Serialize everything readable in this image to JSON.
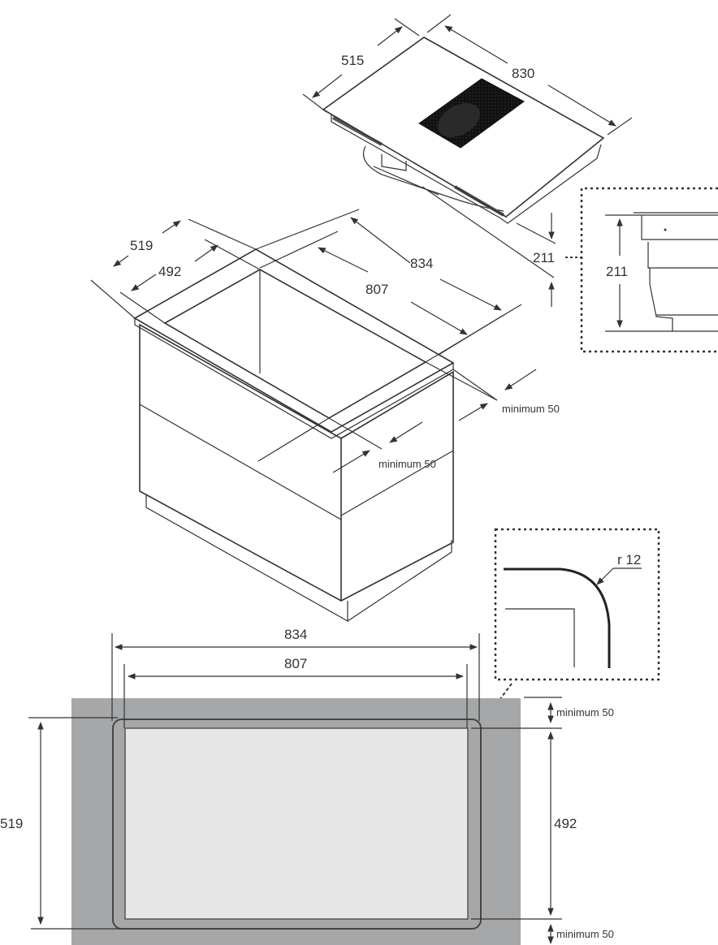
{
  "hob": {
    "depth": "515",
    "width": "830",
    "height": "211"
  },
  "detail_height": {
    "height": "211"
  },
  "cutout_iso": {
    "outer_depth": "519",
    "inner_depth": "492",
    "outer_width": "834",
    "inner_width": "807",
    "min_rear": "minimum 50",
    "min_front": "minimum 50"
  },
  "corner_detail": {
    "radius": "r 12"
  },
  "plan": {
    "outer_width": "834",
    "inner_width": "807",
    "outer_depth": "519",
    "inner_depth": "492",
    "min_top": "minimum 50",
    "min_bottom": "minimum 50"
  }
}
